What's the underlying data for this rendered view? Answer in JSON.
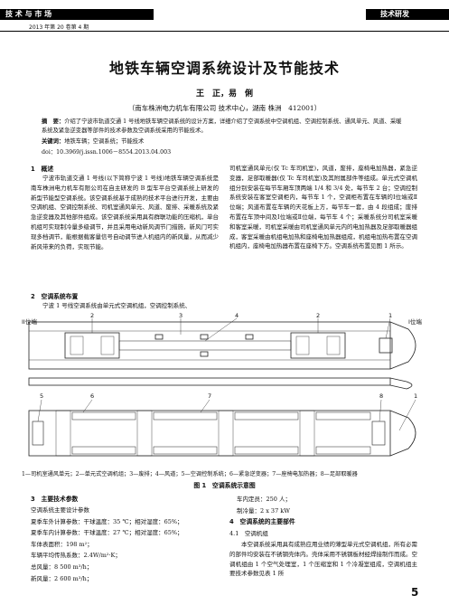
{
  "header": {
    "left_title": "技 术 与 市 场",
    "right_title": "技术研发",
    "issue": "2013 年第 20 卷第 4 期"
  },
  "article": {
    "title": "地铁车辆空调系统设计及节能技术",
    "authors": "王　正，易　俐",
    "affiliation": "（南车株洲电力机车有限公司 技术中心，湖南 株洲　412001）",
    "abstract_label": "摘　要：",
    "abstract_text": "介绍了宁波市轨道交通 1 号线地铁车辆空调系统的设计方案，详细介绍了空调系统中空调机组、空调控制系统、通风单元、风道、采暖系统及紧急逆变器等部件的技术参数及空调系统采用的节能技术。",
    "keywords_label": "关键词：",
    "keywords_text": "地铁车辆；空调系统；节能技术",
    "doi": "doi：10.3969/j.issn.1006－8554.2013.04.003"
  },
  "col1": {
    "sec1_title": "1　概述",
    "sec1_text": "宁波市轨道交通 1 号线(以下简称宁波 1 号线)地铁车辆空调系统是南车株洲电力机车有限公司在自主研发的 B 型车平台空调系统上研发的新型节能型空调系统。该空调系统基于成熟的技术平台进行开发，主要由空调机组、空调控制系统、司机室通风单元、风道、废排、采暖系统及紧急逆变器及其他部件组成。该空调系统采用具有群联功能的压缩机，单台机组可实现制冷量多级调节，并且采用电动新风调节门措施，新风门可实现多档调节，能根据载客量信号自动调节进人机组内的新风量，从而减少新风带来的负荷，实现节能。",
    "sec2_title": "2　空调系统布置",
    "sec2_text": "宁波 1 号线空调系统由单元式空调机组，空调控制系统、",
    "sec3_title": "3　主要技术参数",
    "params": [
      "空调系统主要设计参数",
      "夏季车外计算参数：干球温度：35 ℃；相对湿度：65%；",
      "夏季车内计算参数：干球温度：27 ℃；相对湿度：65%；",
      "车体表面积：198 m²；",
      "车辆平均传热系数：2.4W/m²·K；",
      "总风量：8 500 m³/h；",
      "新风量：2 600 m³/h；"
    ]
  },
  "col2": {
    "text": "司机室通风单元(仅 Tc 车司机室)，风道，废排，座椅电加热器，紧急逆变器，足部取暖器(仅 Tc 车司机室)及其附属部件等组成。单元式空调机组分别安装在每节车厢车顶两端 1/4 和 3/4 处，每节车 2 台；空调控制系统安装在客室空调柜内，每节车 1 个，空调柜布置在车辆的Ⅰ位端或Ⅱ位端；风道布置在车辆的天花板上方，每节车一套，由 4 段组成；废排布置在车顶中间及Ⅰ位端或Ⅱ位端，每节车 4 个；采暖系统分司机室采暖和客室采暖，司机室采暖由司机室通风单元内的电加热器及足部取暖器组成，客室采暖由机组电加热和座椅电加热器组成，机组电加热布置在空调机组内，座椅电加热器布置在座椅下方。空调系统布置见图 1 所示。",
    "params_cont": [
      "车内定员：250 人；",
      "制冷量：2 x 37 kW"
    ],
    "sec4_title": "4　空调系统的主要部件",
    "sec41_title": "4.1　空调机组",
    "sec41_text": "本空调系统采用具有成熟应用业绩的薄型单元式空调机组，所有必需的部件均安装在不锈钢壳体内。壳体采用不锈钢板材经焊接制作而成。空调机组由 1 个空气处理室，1 个压缩室和 1 个冷凝室组成，空调机组主要技术参数见表 1 所"
  },
  "figure": {
    "legend": "1—司机室通风单元；2—单元式空调机组；3—废排；4—风道；5—空调控制系统；6—紧急逆变器；7—座椅电加热器；8—足部取暖器",
    "caption": "图 1　空调系统示意图",
    "end_marks": [
      "II位端",
      "I位端"
    ],
    "callouts": [
      "1",
      "2",
      "3",
      "4",
      "5",
      "6",
      "7",
      "8"
    ]
  },
  "page_number": "5"
}
